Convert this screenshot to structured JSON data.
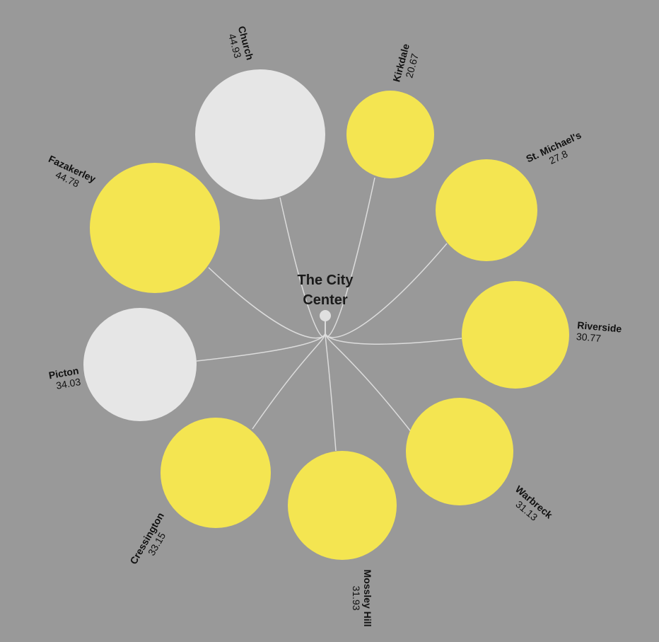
{
  "center": {
    "title_line1": "The City",
    "title_line2": "Center",
    "color": "#e0e0e0"
  },
  "colors": {
    "background": "#999999",
    "link": "#dcdcdc",
    "highlight": "#f4e551",
    "muted": "#e6e6e6"
  },
  "nodes": [
    {
      "name": "Church",
      "value": "44.93",
      "highlighted": false
    },
    {
      "name": "Kirkdale",
      "value": "20.67",
      "highlighted": true
    },
    {
      "name": "St. Michael's",
      "value": "27.8",
      "highlighted": true
    },
    {
      "name": "Riverside",
      "value": "30.77",
      "highlighted": true
    },
    {
      "name": "Warbreck",
      "value": "31.13",
      "highlighted": true
    },
    {
      "name": "Mossley Hill",
      "value": "31.93",
      "highlighted": true
    },
    {
      "name": "Cressington",
      "value": "33.15",
      "highlighted": true
    },
    {
      "name": "Picton",
      "value": "34.03",
      "highlighted": false
    },
    {
      "name": "Fazakerley",
      "value": "44.78",
      "highlighted": true
    }
  ]
}
